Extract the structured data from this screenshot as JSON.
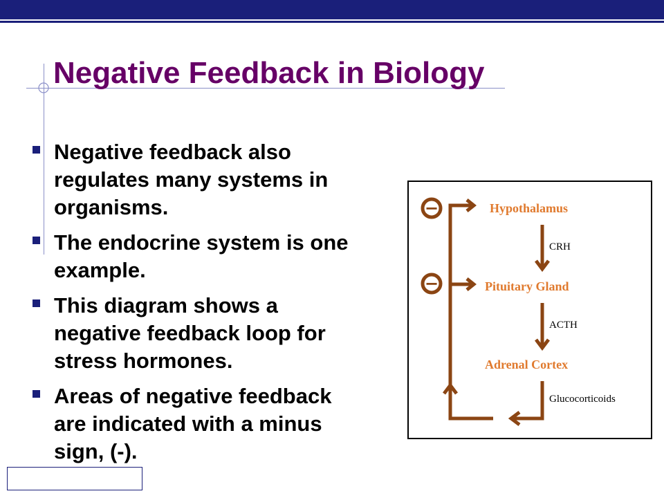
{
  "colors": {
    "header_band": "#1a1f7a",
    "guide_lines": "#8a8fc8",
    "title": "#660066",
    "bullet_marker": "#1a1f7a",
    "diagram_stroke": "#8b4513",
    "diagram_label": "#e07a2e",
    "diagram_hormone": "#000000"
  },
  "slide": {
    "title": "Negative Feedback in Biology",
    "bullets": [
      {
        "text": "Negative feedback also regulates many systems in organisms."
      },
      {
        "text": "The endocrine system is one example."
      },
      {
        "text": "This diagram shows a negative feedback loop for stress hormones."
      },
      {
        "text": "Areas of negative feedback are indicated with a minus sign, (-)."
      }
    ]
  },
  "diagram": {
    "organs": [
      "Hypothalamus",
      "Pituitary Gland",
      "Adrenal Cortex"
    ],
    "hormones": [
      "CRH",
      "ACTH",
      "Glucocorticoids"
    ],
    "inhibition_symbol": "−",
    "inhibition_count": 2
  }
}
